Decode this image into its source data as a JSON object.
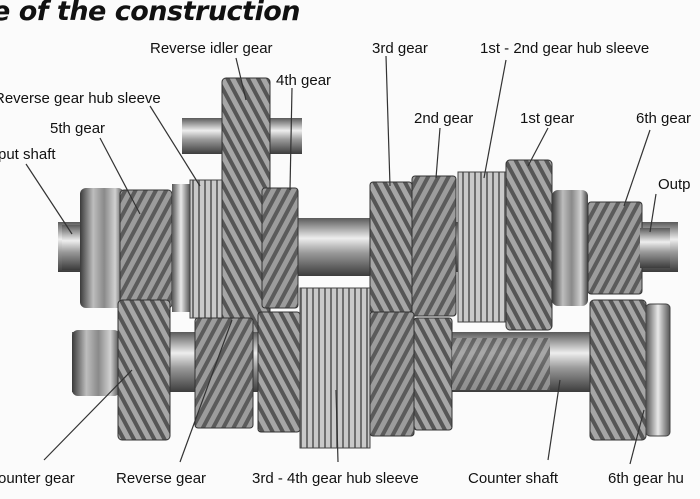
{
  "header": {
    "title": "e of the construction"
  },
  "labels": {
    "reverse_idler_gear": "Reverse idler gear",
    "third_gear": "3rd gear",
    "first_second_hub_sleeve": "1st - 2nd gear hub sleeve",
    "fourth_gear": "4th gear",
    "reverse_gear_hub_sleeve": "Reverse gear hub sleeve",
    "second_gear": "2nd gear",
    "first_gear": "1st gear",
    "sixth_gear_top": "6th gear",
    "fifth_gear": "5th gear",
    "input_shaft": "put shaft",
    "output_shaft": "Outp",
    "counter_gear": "ounter gear",
    "reverse_gear": "Reverse gear",
    "third_fourth_hub_sleeve": "3rd - 4th gear hub sleeve",
    "counter_shaft": "Counter shaft",
    "sixth_gear_bottom": "6th gear hu"
  },
  "colors": {
    "metal_light": "#e6e6e6",
    "metal_dark": "#4a4a4a",
    "leader": "#333333",
    "text": "#111111"
  }
}
